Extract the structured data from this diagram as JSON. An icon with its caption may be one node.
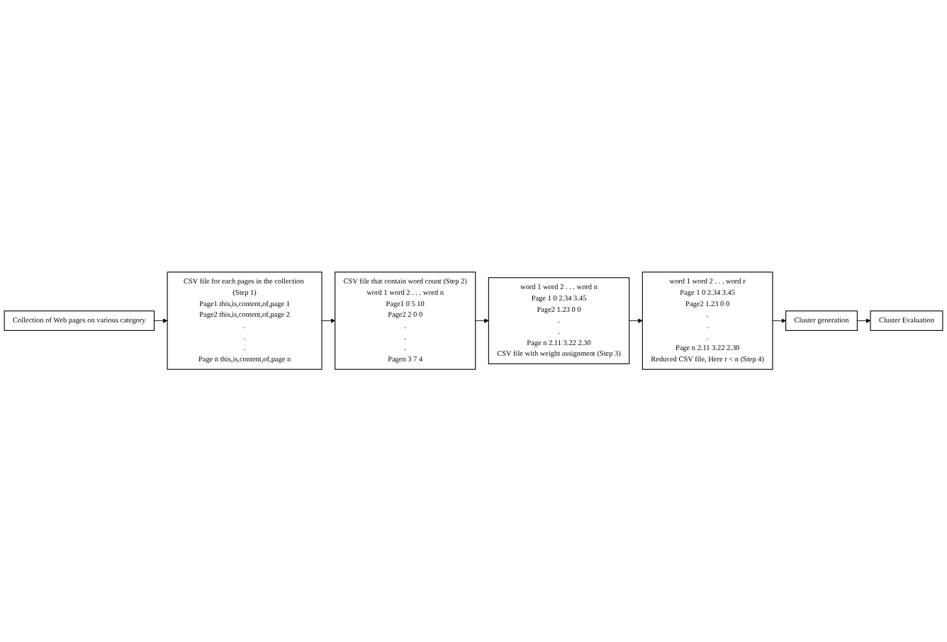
{
  "diagram": {
    "nodes": [
      {
        "text": [
          "Collection of Web pages on various category"
        ]
      },
      {
        "text": [
          "CSV file for each pages in the collection (Step 1)",
          "Page1 this,is,content,of,page 1",
          "Page2 this,is,content,of,page 2",
          ".",
          ".",
          ".",
          "Page n this,is,content,of,page n"
        ]
      },
      {
        "text": [
          "CSV file that contain word count (Step 2)",
          "word 1 word 2 . . . word n",
          "Page1 0 5 10",
          "Page2 2 0 0",
          ".",
          ".",
          ".",
          "Pagen 3 7 4"
        ]
      },
      {
        "text": [
          "word 1 word 2 . . . word n",
          "Page 1 0 2.34 3.45",
          "Page2 1.23 0 0",
          ".",
          ".",
          "Page n 2.11 3.22 2.30",
          "CSV file with weight assignment (Step 3)"
        ]
      },
      {
        "text": [
          "word 1 word 2 . . . word r",
          "Page 1 0 2.34 3.45",
          "Page2 1.23 0 0",
          ".",
          ".",
          ".",
          "Page n 2.11 3.22 2.30",
          "Reduced CSV file, Here r < n (Step 4)"
        ]
      },
      {
        "text": [
          "Cluster generation"
        ]
      },
      {
        "text": [
          "Cluster Evaluation"
        ]
      }
    ],
    "edges": [
      {
        "from": 0,
        "to": 1,
        "arrow": "to"
      },
      {
        "from": 1,
        "to": 2,
        "arrow": "to"
      },
      {
        "from": 2,
        "to": 3,
        "arrow": "to"
      },
      {
        "from": 3,
        "to": 4,
        "arrow": "to"
      },
      {
        "from": 4,
        "to": 5,
        "arrow": "to"
      },
      {
        "from": 5,
        "to": 6,
        "arrow": "to"
      }
    ]
  }
}
